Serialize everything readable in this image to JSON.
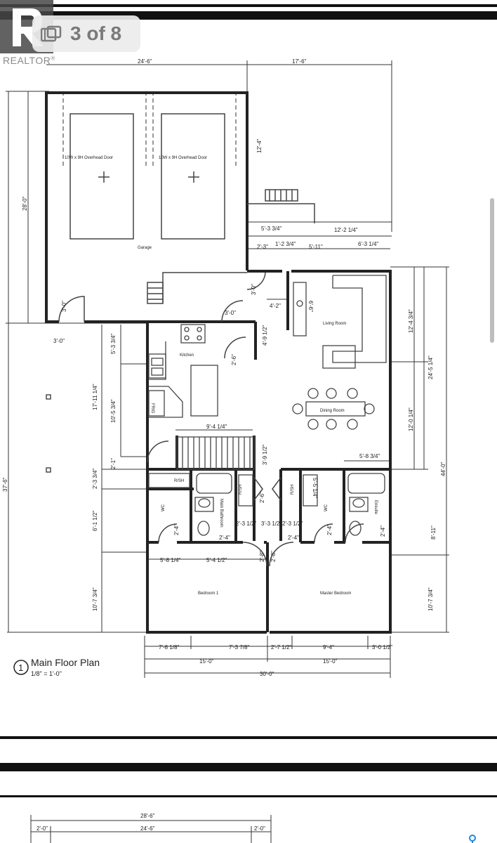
{
  "gallery": {
    "counter": "3 of 8",
    "brand": "REALTOR",
    "brand_mark": "®",
    "icons": {
      "logo": "realtor-r-logo-icon",
      "gallery": "photo-gallery-icon",
      "pin": "map-pin-icon"
    },
    "colors": {
      "overlay": "#4a4a4a",
      "badge_bg": "#ebebeb",
      "badge_text": "#7a7a7a",
      "pin": "#1e88e5"
    }
  },
  "plan": {
    "title": "Main Floor Plan",
    "number": "1",
    "scale": "1/8\" = 1'-0\"",
    "rooms": {
      "garage": "Garage",
      "door_left": "10W x 9H Overhead Door",
      "door_right": "10W x 9H Overhead Door",
      "kitchen": "Kitchen",
      "living": "Living Room",
      "dining": "Dining Room",
      "main_bath": "Main Bathroom",
      "ensuite": "Ensuite",
      "bedroom1": "Bedroom 1",
      "master": "Master Bedroom",
      "wc1": "WC",
      "wc2": "WC",
      "frig": "FRIG",
      "r_sh1": "R/SH",
      "r_sh2": "R/SH",
      "r_sh3": "R/SH"
    },
    "dims": {
      "top_left": "24'-6\"",
      "top_right": "17'-6\"",
      "garage_height": "28'-0\"",
      "overall_left": "37'-6\"",
      "overall_right": "44'-0\"",
      "right_mid": "24'-5 1/4\"",
      "d12_4": "12'-4\"",
      "d5_3a": "5'-3 3/4\"",
      "d12_2": "12'-2 1/4\"",
      "d2_3": "2'-3\"",
      "d1_2": "1'-2 3/4\"",
      "d5_11": "5'-11\"",
      "d6_3": "6'-3 1/4\"",
      "d3_0a": "3'-0\"",
      "d3_0b": "3'-0\"",
      "d3_0c": "3'-0\"",
      "d3_0d": "3'-0\"",
      "d4_2": "4'-2\"",
      "d6_6": "6'-6\"",
      "d4_9": "4'-9 1/2\"",
      "d2_6": "2'-6\"",
      "d5_3b": "5'-3 3/4\"",
      "d17_11": "17'-11 1/4\"",
      "d10_5": "10'-5 3/4\"",
      "d9_4a": "9'-4 1/4\"",
      "d3_9": "3'-9 1/2\"",
      "d2_1": "2'-1\"",
      "d2_3b": "2'-3 3/4\"",
      "d6_1": "6'-1 1/2\"",
      "d10_7a": "10'-7 3/4\"",
      "d12_4r": "12'-4 3/4\"",
      "d12_0": "12'-0 1/4\"",
      "d5_8r": "5'-8 3/4\"",
      "d8_11": "8'-11\"",
      "d10_7b": "10'-7 3/4\"",
      "d5_5": "5'-5 1/4\"",
      "d5_8b": "5'-8 1/4\"",
      "d5_4": "5'-4 1/2\"",
      "d2_3c": "2'-3 1/2\"",
      "d3_3": "3'-3 1/2\"",
      "d2_3d": "2'-3 1/2\"",
      "d2_4a": "2'-4\"",
      "d2_4b": "2'-4\"",
      "d2_8a": "2'-8\"",
      "d2_8b": "2'-8\"",
      "d2_4c": "2'-4\"",
      "d2_4d": "2'-4\"",
      "d2_4e": "2'-4\"",
      "d2_6b": "2'-6\"",
      "b7_8": "7'-8 1/8\"",
      "b7_3": "7'-3 7/8\"",
      "b2_7": "2'-7 1/2\"",
      "b9_4": "9'-4\"",
      "b3_0": "3'-0 1/2\"",
      "b15_0a": "15'-0\"",
      "b15_0b": "15'-0\"",
      "b30_0": "30'-0\""
    },
    "page2_dims": {
      "top": "28'-6\"",
      "left": "2'-0\"",
      "mid": "24'-6\"",
      "right": "2'-0\""
    }
  }
}
